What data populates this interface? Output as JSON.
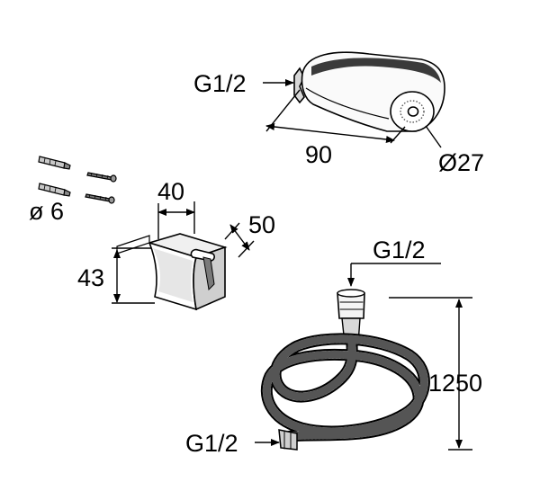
{
  "labels": {
    "handshower_thread": "G1/2",
    "handshower_length": "90",
    "handshower_diameter": "Ø27",
    "anchor_diameter": "ø 6",
    "holder_width": "40",
    "holder_depth": "50",
    "holder_height": "43",
    "hose_thread_top": "G1/2",
    "hose_length": "1250",
    "hose_thread_bottom": "G1/2"
  },
  "colors": {
    "line": "#000000",
    "light_fill": "#f2f2f2",
    "mid_fill": "#d0d0d0",
    "dark_fill": "#8a8a8a",
    "background": "#ffffff"
  }
}
